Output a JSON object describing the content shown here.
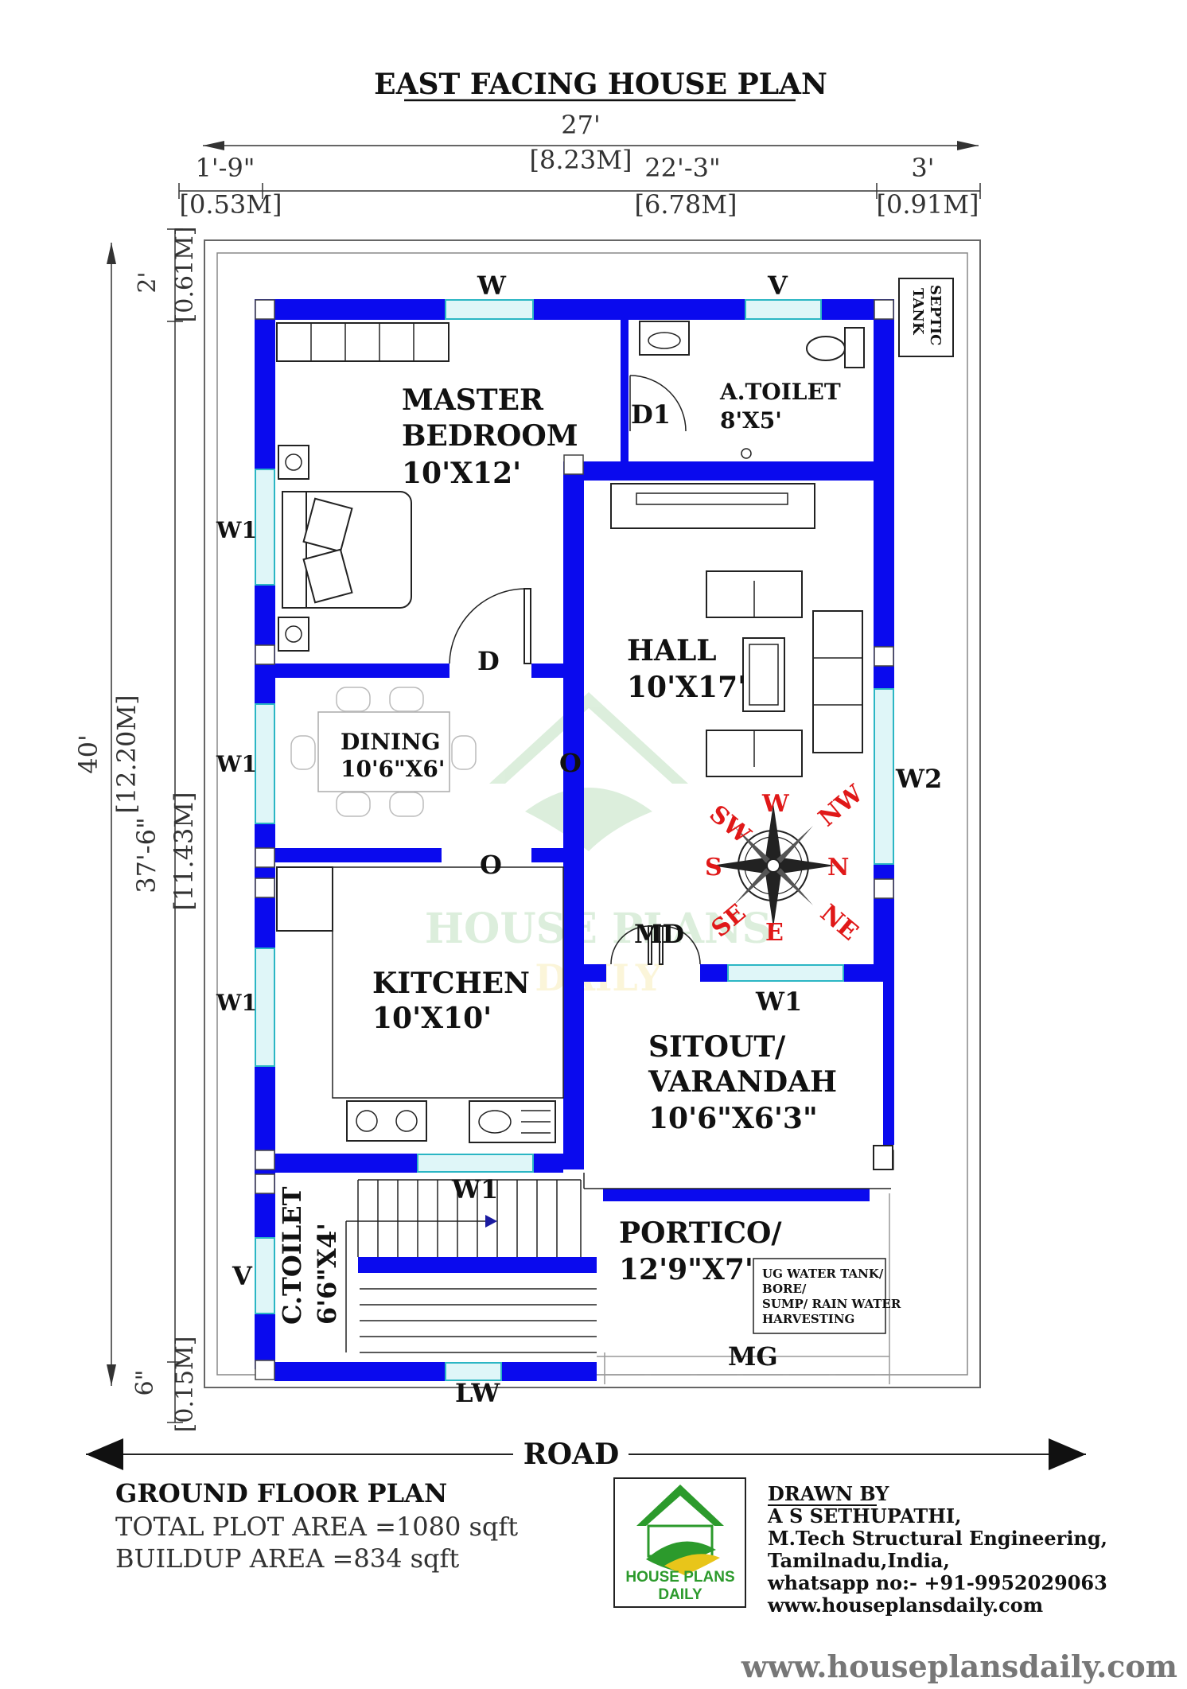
{
  "title": "EAST FACING HOUSE PLAN",
  "dimensions": {
    "total_width_ft": "27'",
    "total_width_m": "[8.23M]",
    "left_margin_ft": "1'-9\"",
    "left_margin_m": "[0.53M]",
    "inner_width_ft": "22'-3\"",
    "inner_width_m": "[6.78M]",
    "right_margin_ft": "3'",
    "right_margin_m": "[0.91M]",
    "top_margin_ft": "2'",
    "top_margin_m": "[0.61M]",
    "total_depth_ft": "40'",
    "total_depth_m": "[12.20M]",
    "inner_depth_ft": "37'-6\"",
    "inner_depth_m": "[11.43M]",
    "bottom_margin_ft": "6\"",
    "bottom_margin_m": "[0.15M]"
  },
  "rooms": {
    "master_bedroom": [
      "MASTER",
      "BEDROOM",
      "10'X12'"
    ],
    "a_toilet": [
      "A.TOILET",
      "8'X5'"
    ],
    "hall": [
      "HALL",
      "10'X17'"
    ],
    "dining": [
      "DINING",
      "10'6\"X6'"
    ],
    "kitchen": [
      "KITCHEN",
      "10'X10'"
    ],
    "sitout": [
      "SITOUT/",
      "VARANDAH",
      "10'6\"X6'3\""
    ],
    "portico": [
      "PORTICO/",
      "12'9\"X7'"
    ],
    "c_toilet": [
      "C.TOILET",
      "6'6\"X4'"
    ],
    "septic": [
      "SEPTIC",
      "TANK"
    ],
    "ug_tank": [
      "UG WATER TANK/",
      "BORE/",
      "SUMP/ RAIN WATER",
      "HARVESTING"
    ]
  },
  "openings": {
    "w_top": "W",
    "v_top": "V",
    "d1": "D1",
    "d": "D",
    "w1_bedroom": "W1",
    "w1_dining": "W1",
    "w1_kitchen": "W1",
    "w1_hall": "W1",
    "w1_stair": "W1",
    "w2": "W2",
    "o_dining": "O",
    "o_kitchen": "O",
    "md": "MD",
    "v_toilet": "V",
    "lw": "LW",
    "mg": "MG"
  },
  "compass": {
    "sw": "SW",
    "w": "W",
    "nw": "NW",
    "s": "S",
    "n": "N",
    "se": "SE",
    "e": "E",
    "ne": "NE"
  },
  "watermark": [
    "HOUSE PLANS",
    "DAILY"
  ],
  "road": "ROAD",
  "footer": {
    "heading": "GROUND FLOOR PLAN",
    "plot_area": "TOTAL PLOT AREA =1080 sqft",
    "buildup_area": "BUILDUP AREA =834 sqft",
    "logo_text": [
      "HOUSE PLANS",
      "DAILY"
    ],
    "drawn_by": "DRAWN BY",
    "author": "A S SETHUPATHI,",
    "qualification": "M.Tech Structural Engineering,",
    "location": "Tamilnadu,India,",
    "whatsapp": "whatsapp no:- +91-9952029063",
    "website": "www.houseplansdaily.com"
  },
  "site_url": "www.houseplansdaily.com",
  "colors": {
    "wall": "#0a0aee",
    "window": "#2bb6c4",
    "compass": "#e01818",
    "logo_green": "#2c9a2c",
    "logo_yellow": "#e8c51a"
  }
}
